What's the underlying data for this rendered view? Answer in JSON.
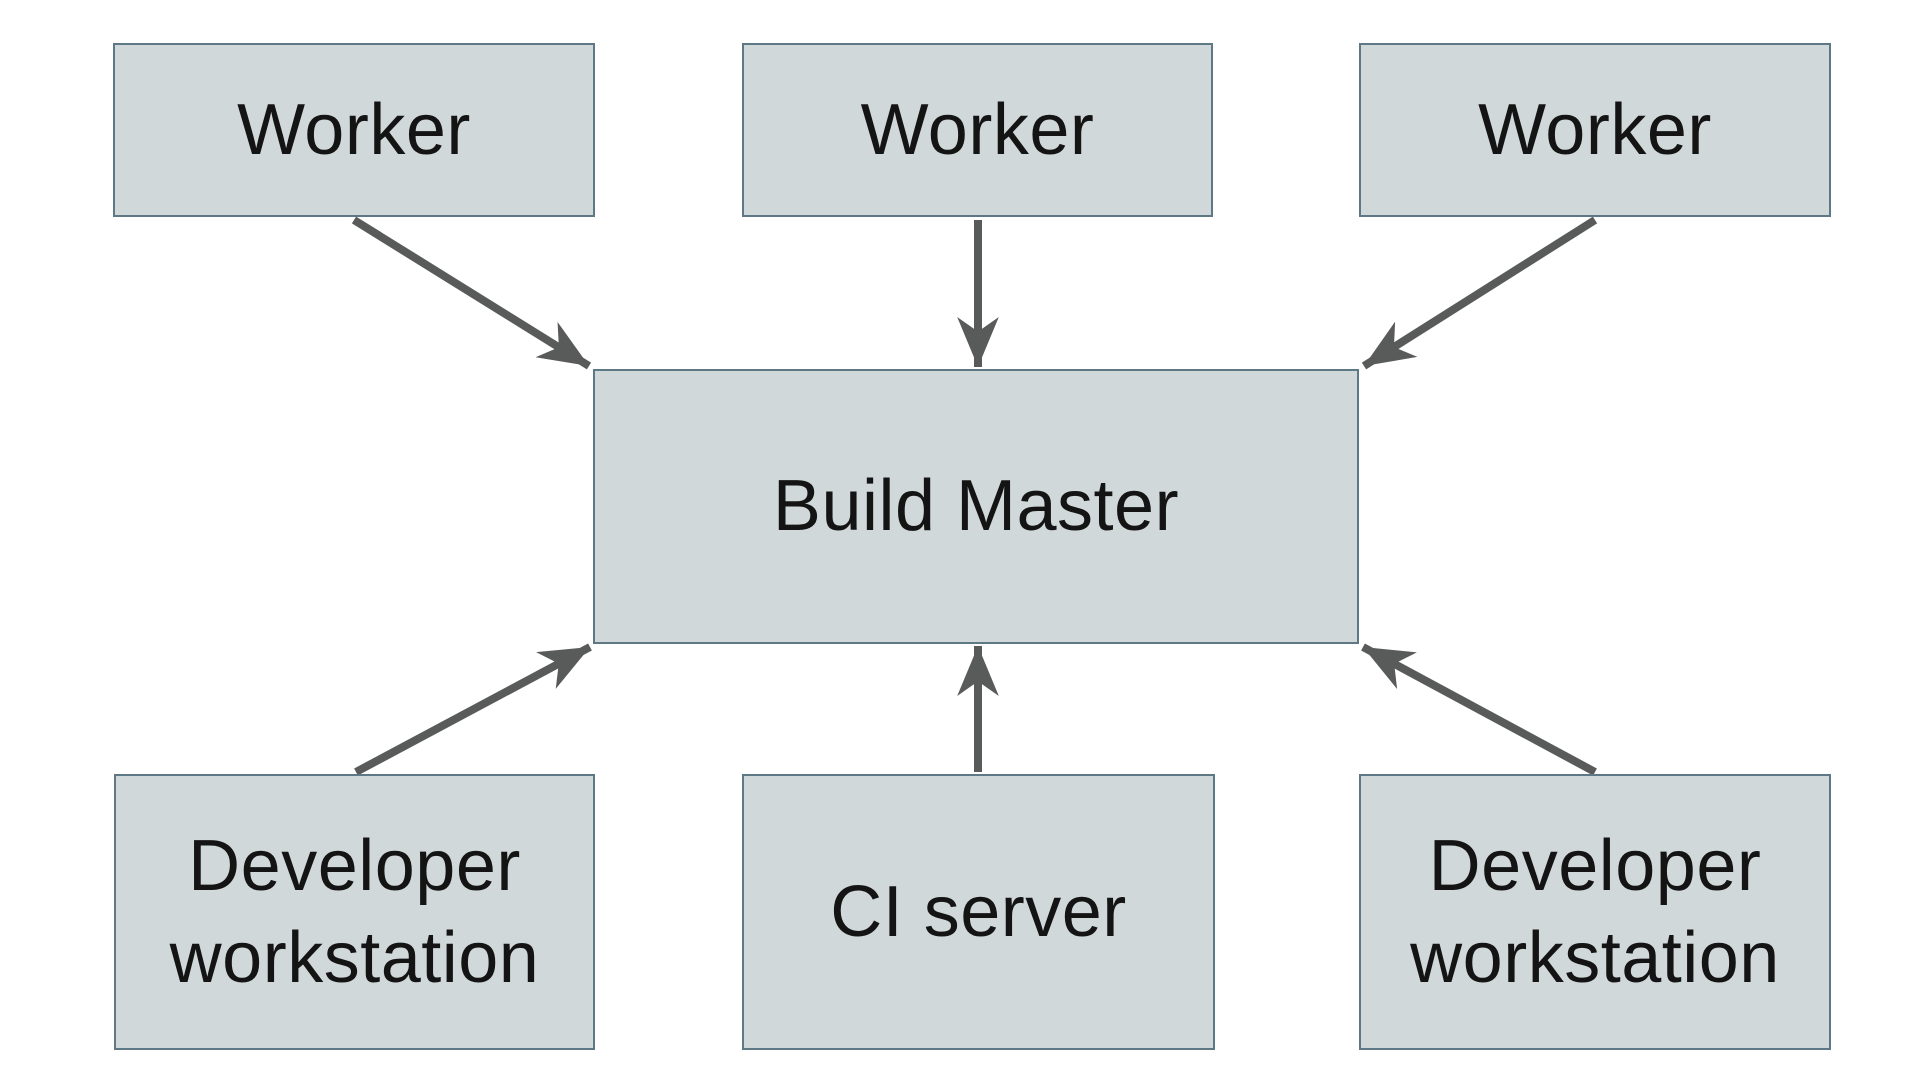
{
  "diagram": {
    "type": "architecture-diagram",
    "nodes": {
      "worker_1": {
        "label": "Worker"
      },
      "worker_2": {
        "label": "Worker"
      },
      "worker_3": {
        "label": "Worker"
      },
      "build_master": {
        "label": "Build Master"
      },
      "developer_workstation_left": {
        "label": "Developer workstation"
      },
      "ci_server": {
        "label": "CI server"
      },
      "developer_workstation_right": {
        "label": "Developer workstation"
      }
    },
    "edges": [
      {
        "from": "worker_1",
        "to": "build_master",
        "direction": "down-right"
      },
      {
        "from": "worker_2",
        "to": "build_master",
        "direction": "down"
      },
      {
        "from": "worker_3",
        "to": "build_master",
        "direction": "down-left"
      },
      {
        "from": "developer_workstation_left",
        "to": "build_master",
        "direction": "up-right"
      },
      {
        "from": "ci_server",
        "to": "build_master",
        "direction": "up"
      },
      {
        "from": "developer_workstation_right",
        "to": "build_master",
        "direction": "up-left"
      }
    ],
    "theme": {
      "node_fill": "#d1d8da",
      "node_border": "#5e7885",
      "arrow_color": "#595a5a",
      "text_color": "#141414",
      "background": "#ffffff"
    }
  }
}
